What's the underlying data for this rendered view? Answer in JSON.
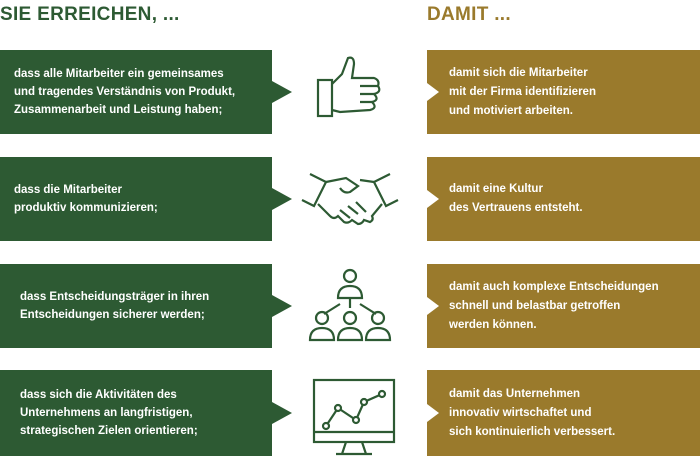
{
  "headings": {
    "left": "SIE ERREICHEN, ...",
    "right": "DAMIT ..."
  },
  "rows": [
    {
      "goal": [
        "dass alle Mitarbeiter ein gemeinsames",
        "und tragendes Verständnis von Produkt,",
        "Zusammenarbeit und Leistung haben;"
      ],
      "icon": "thumbs-up-icon",
      "result": [
        "damit sich die Mitarbeiter",
        "mit der Firma identifizieren",
        "und motiviert arbeiten."
      ]
    },
    {
      "goal": [
        "dass die Mitarbeiter",
        "produktiv kommunizieren;"
      ],
      "icon": "handshake-icon",
      "result": [
        "damit eine Kultur",
        "des Vertrauens entsteht."
      ]
    },
    {
      "goal": [
        "dass Entscheidungsträger in ihren",
        "Entscheidungen sicherer werden;"
      ],
      "icon": "hierarchy-people-icon",
      "result": [
        "damit auch komplexe Entscheidungen",
        "schnell und belastbar getroffen",
        "werden können."
      ]
    },
    {
      "goal": [
        "dass sich die Aktivitäten des",
        "Unternehmens an langfristigen,",
        "strategischen Zielen orientieren;"
      ],
      "icon": "monitor-chart-icon",
      "result": [
        "damit das Unternehmen",
        "innovativ wirtschaftet und",
        "sich kontinuierlich verbessert."
      ]
    }
  ],
  "colors": {
    "green": "#2d5a33",
    "gold": "#9a7a2c"
  }
}
